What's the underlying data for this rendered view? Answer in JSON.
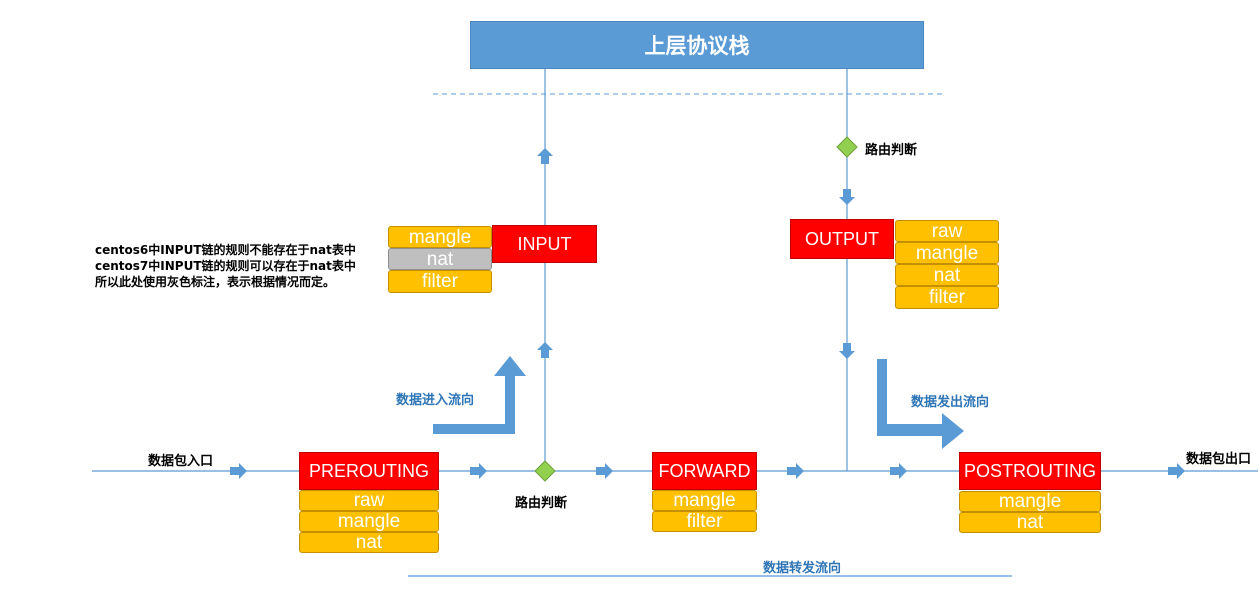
{
  "top_box": {
    "label": "上层协议栈"
  },
  "chains": {
    "input": "INPUT",
    "output": "OUTPUT",
    "prerouting": "PREROUTING",
    "forward": "FORWARD",
    "postrouting": "POSTROUTING"
  },
  "tables": {
    "input": [
      "mangle",
      "nat",
      "filter"
    ],
    "output": [
      "raw",
      "mangle",
      "nat",
      "filter"
    ],
    "prerouting": [
      "raw",
      "mangle",
      "nat"
    ],
    "forward": [
      "mangle",
      "filter"
    ],
    "postrouting": [
      "mangle",
      "nat"
    ]
  },
  "labels": {
    "entry": "数据包入口",
    "exit": "数据包出口",
    "routing_decision_top": "路由判断",
    "routing_decision_bottom": "路由判断",
    "flow_in": "数据进入流向",
    "flow_out": "数据发出流向",
    "flow_forward": "数据转发流向"
  },
  "note": [
    "centos6中INPUT链的规则不能存在于nat表中",
    "centos7中INPUT链的规则可以存在于nat表中",
    "所以此处使用灰色标注，表示根据情况而定。"
  ],
  "colors": {
    "chain": "#ff0000",
    "table": "#ffc000",
    "table_conditional": "#bfbfbf",
    "line": "#5b9bd5",
    "decision": "#92d050",
    "order_arrow": "#ff0000"
  }
}
